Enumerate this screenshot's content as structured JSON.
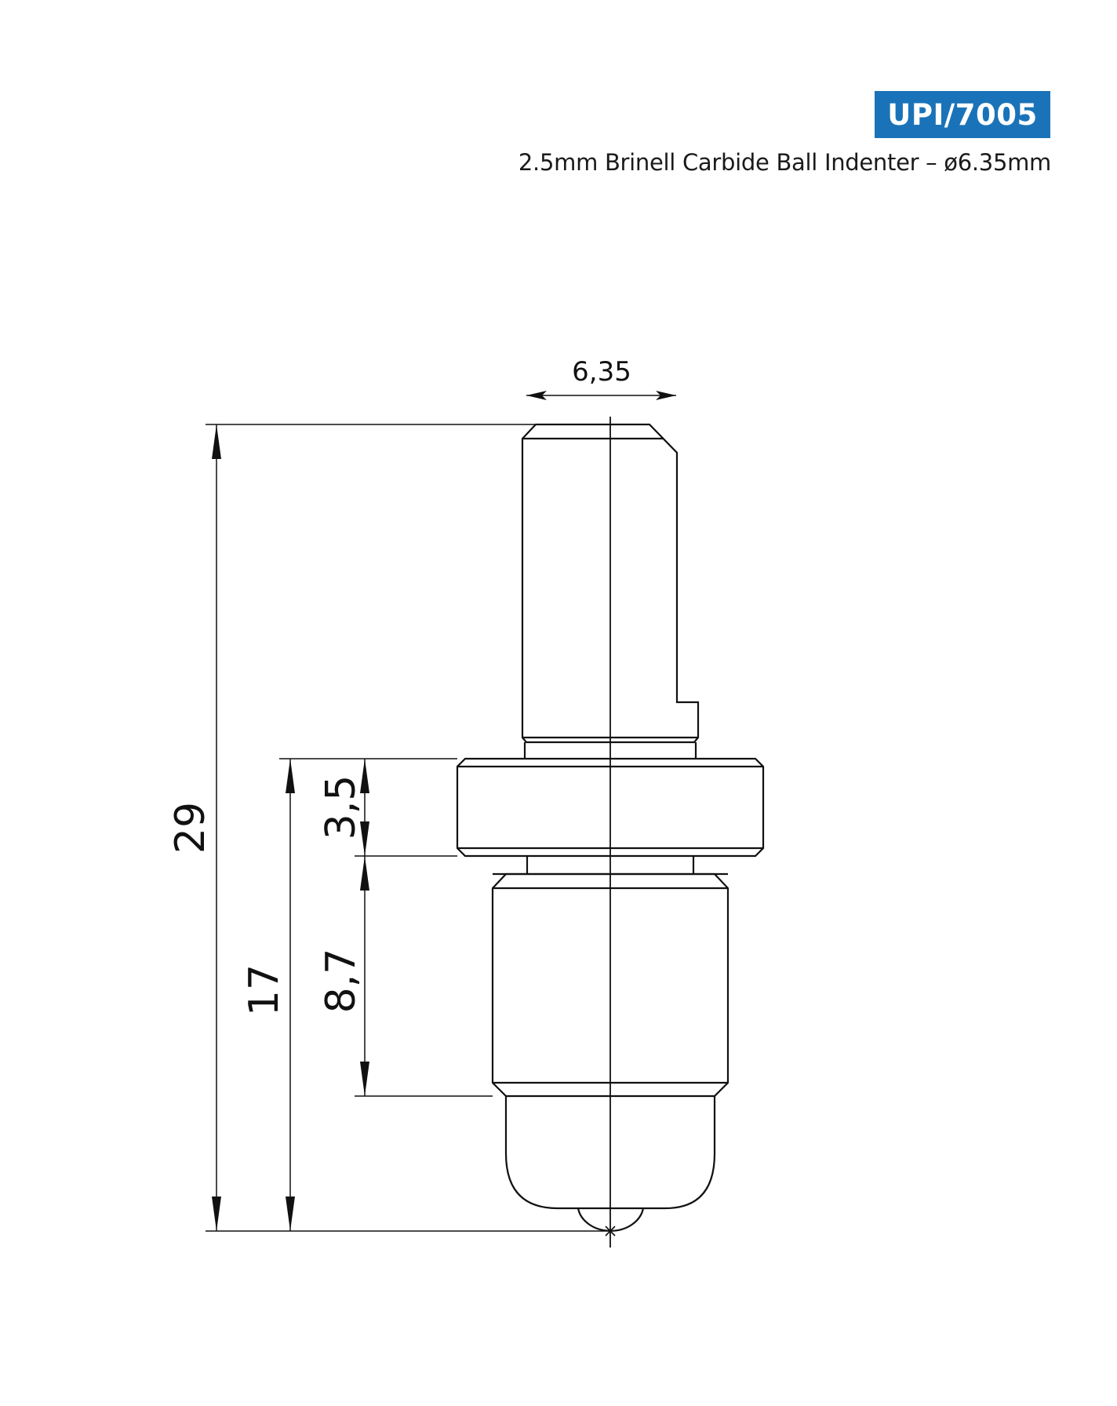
{
  "header": {
    "product_code": "UPI/7005",
    "product_title": "2.5mm Brinell Carbide Ball Indenter – ø6.35mm",
    "badge_color": "#1a73b8"
  },
  "drawing": {
    "type": "technical-dimension-drawing",
    "part": "Brinell carbide ball indenter",
    "units": "mm",
    "dimensions": {
      "shank_diameter": "6,35",
      "overall_length": "29",
      "collar_to_tip": "17",
      "collar_thickness": "3,5",
      "body_length": "8,7"
    },
    "line_color": "#111111"
  }
}
